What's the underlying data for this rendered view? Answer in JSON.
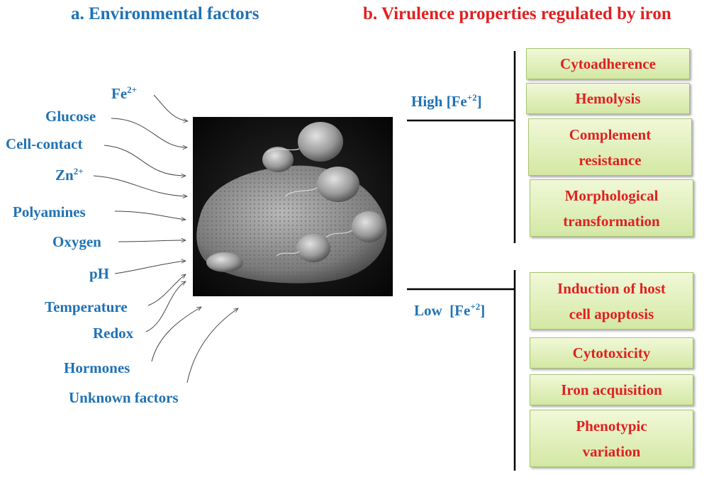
{
  "titles": {
    "environmental": "a. Environmental factors",
    "virulence": "b. Virulence properties regulated by iron"
  },
  "factors": {
    "fe": {
      "base": "Fe",
      "sup": "2+"
    },
    "glucose": "Glucose",
    "cell_contact": "Cell-contact",
    "zn": {
      "base": "Zn",
      "sup": "2+"
    },
    "polyamines": "Polyamines",
    "oxygen": "Oxygen",
    "ph": "pH",
    "temperature": "Temperature",
    "redox": "Redox",
    "hormones": "Hormones",
    "unknown": "Unknown factors"
  },
  "iron_levels": {
    "high": {
      "prefix": "High [Fe",
      "sup": "+2",
      "suffix": "]"
    },
    "low": {
      "prefix": "Low  [Fe",
      "sup": "+2",
      "suffix": "]"
    }
  },
  "high_iron_properties": {
    "cytoadherence": "Cytoadherence",
    "hemolysis": "Hemolysis",
    "complement": [
      "Complement",
      "resistance"
    ],
    "morphological": [
      "Morphological",
      "transformation"
    ]
  },
  "low_iron_properties": {
    "apoptosis": [
      "Induction of host",
      "cell apoptosis"
    ],
    "cytotoxicity": "Cytotoxicity",
    "iron_acquisition": "Iron acquisition",
    "phenotypic": [
      "Phenotypic",
      "variation"
    ]
  },
  "colors": {
    "blue_text": "#1f72b5",
    "red_text": "#e02020",
    "box_fill": "#d3e8a4",
    "line": "#000000"
  }
}
